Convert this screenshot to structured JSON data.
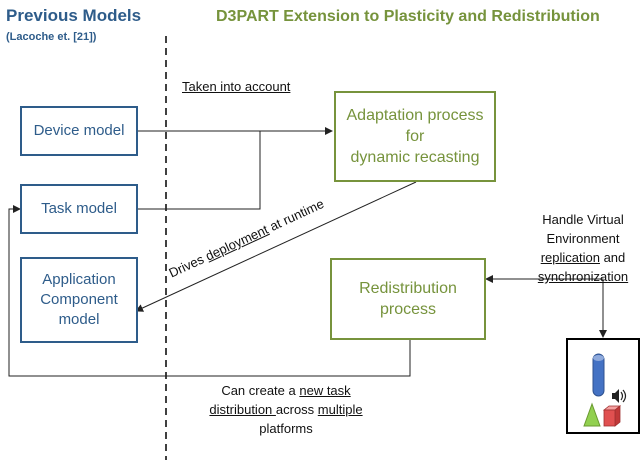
{
  "header": {
    "left_title": "Previous Models",
    "left_subtitle": "(Lacoche et. [21])",
    "right_title": "D3PART  Extension to Plasticity and Redistribution"
  },
  "boxes": {
    "device_model": "Device model",
    "task_model": "Task model",
    "app_component_model": [
      "Application",
      "Component",
      "model"
    ],
    "adaptation_process": [
      "Adaptation process",
      "for",
      "dynamic recasting"
    ],
    "redistribution_process": [
      "Redistribution",
      "process"
    ]
  },
  "edge_labels": {
    "taken_into_account": "Taken into account",
    "drives": {
      "pre": "Drives ",
      "u1": "deployment",
      "mid": " at runtime"
    },
    "handle": {
      "line1": "Handle Virtual",
      "line2": "Environment",
      "line3_u": "replication",
      "line3_post": " and",
      "line4_u": "synchronization"
    },
    "can_create": {
      "line1_pre": "Can create a ",
      "line1_u": "new task",
      "line2_u": "distribution ",
      "line2_mid": "across ",
      "line2_u2": "multiple",
      "line3": "platforms"
    }
  },
  "icon": {
    "name": "virtual-environment-objects-icon",
    "colors": {
      "cylinder": "#4472c4",
      "cone": "#92d050",
      "cube": "#e05050",
      "speaker": "#222222"
    }
  },
  "colors": {
    "blue": "#2e5c8a",
    "green": "#76933c"
  }
}
